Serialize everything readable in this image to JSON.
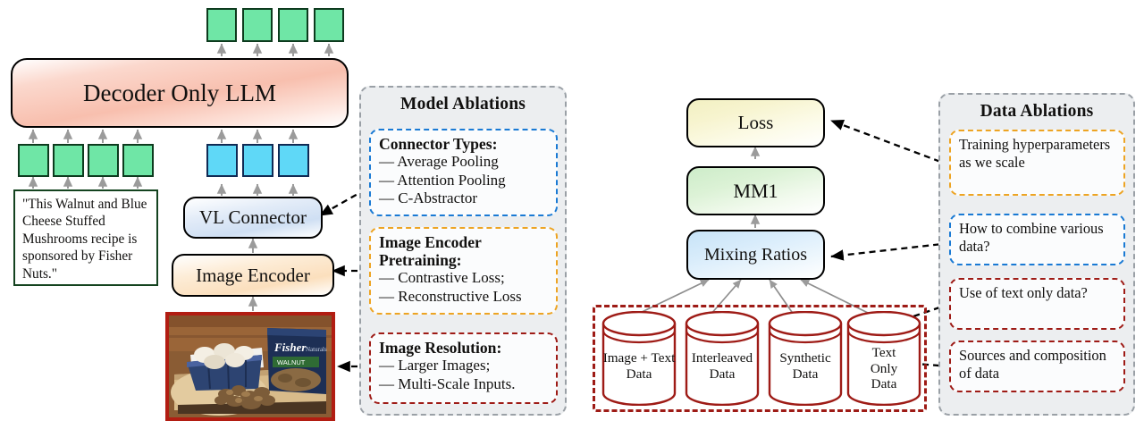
{
  "figure": {
    "left_pipeline": {
      "output_tokens": {
        "name": "output-token",
        "count": 4,
        "color": "#6fe6a6"
      },
      "llm_block": "Decoder Only LLM",
      "text_tokens": {
        "name": "text-token",
        "count": 4,
        "color": "#6fe6a6"
      },
      "image_tokens": {
        "name": "image-token",
        "count": 3,
        "color": "#5fd8f7"
      },
      "caption": "\"This Walnut and Blue Cheese Stuffed Mushrooms recipe is sponsored by Fisher Nuts.\"",
      "vl_connector": "VL Connector",
      "image_encoder": "Image Encoder",
      "photo_alt": "Mushrooms in a blue dish next to a Fisher Naturals walnut bag with walnuts on a wooden board"
    },
    "model_ablations": {
      "title": "Model Ablations",
      "cards": [
        {
          "heading": "Connector Types:",
          "items": [
            "— Average Pooling",
            "— Attention Pooling",
            "— C-Abstractor"
          ],
          "accent": "#1a7ad4"
        },
        {
          "heading": "Image Encoder Pretraining:",
          "items": [
            "— Contrastive Loss;",
            "— Reconstructive Loss"
          ],
          "accent": "#eda423"
        },
        {
          "heading": "Image Resolution:",
          "items": [
            "— Larger Images;",
            "— Multi-Scale Inputs."
          ],
          "accent": "#9e1b16"
        }
      ]
    },
    "right_pipeline": {
      "loss": "Loss",
      "model": "MM1",
      "mixing": "Mixing Ratios",
      "data_sources": [
        "Image + Text Data",
        "Interleaved Data",
        "Synthetic Data",
        "Text Only Data"
      ]
    },
    "data_ablations": {
      "title": "Data Ablations",
      "cards": [
        {
          "body": "Training hyperparameters as we scale",
          "accent": "#eda423"
        },
        {
          "body": "How to combine various data?",
          "accent": "#1a7ad4"
        },
        {
          "body": "Use of text only data?",
          "accent": "#9e1b16"
        },
        {
          "body": "Sources and composition of data",
          "accent": "#9e1b16"
        }
      ]
    },
    "colors": {
      "token_green": "#6fe6a6",
      "token_blue": "#5fd8f7",
      "panel_bg": "#eceef0",
      "panel_border": "#9aa0a6",
      "cylinder_red": "#9e1b16",
      "photo_border": "#b21d12",
      "arrow_gray": "#9b9b9b",
      "arrow_black": "#000000"
    }
  }
}
